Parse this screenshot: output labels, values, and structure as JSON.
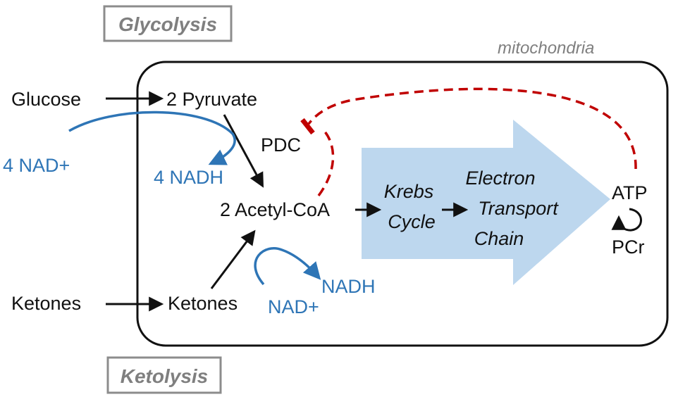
{
  "diagram": {
    "labels": {
      "glycolysis": "Glycolysis",
      "ketolysis": "Ketolysis",
      "mitochondria": "mitochondria"
    },
    "nodes": {
      "glucose": "Glucose",
      "pyruvate": "2 Pyruvate",
      "pdc": "PDC",
      "acetyl_coa": "2 Acetyl-CoA",
      "ketones_outside": "Ketones",
      "ketones_inside": "Ketones",
      "krebs_line1": "Krebs",
      "krebs_line2": "Cycle",
      "etc_line1": "Electron",
      "etc_line2": "Transport",
      "etc_line3": "Chain",
      "atp": "ATP",
      "pcr": "PCr"
    },
    "cofactors": {
      "nad_4": "4 NAD+",
      "nadh_4": "4 NADH",
      "nadh": "NADH",
      "nad": "NAD+"
    },
    "colors": {
      "black": "#111111",
      "blue": "#2e75b6",
      "red_dashed": "#c00000",
      "light_blue_arrow": "#bdd7ee",
      "gray": "#7f7f7f"
    }
  }
}
